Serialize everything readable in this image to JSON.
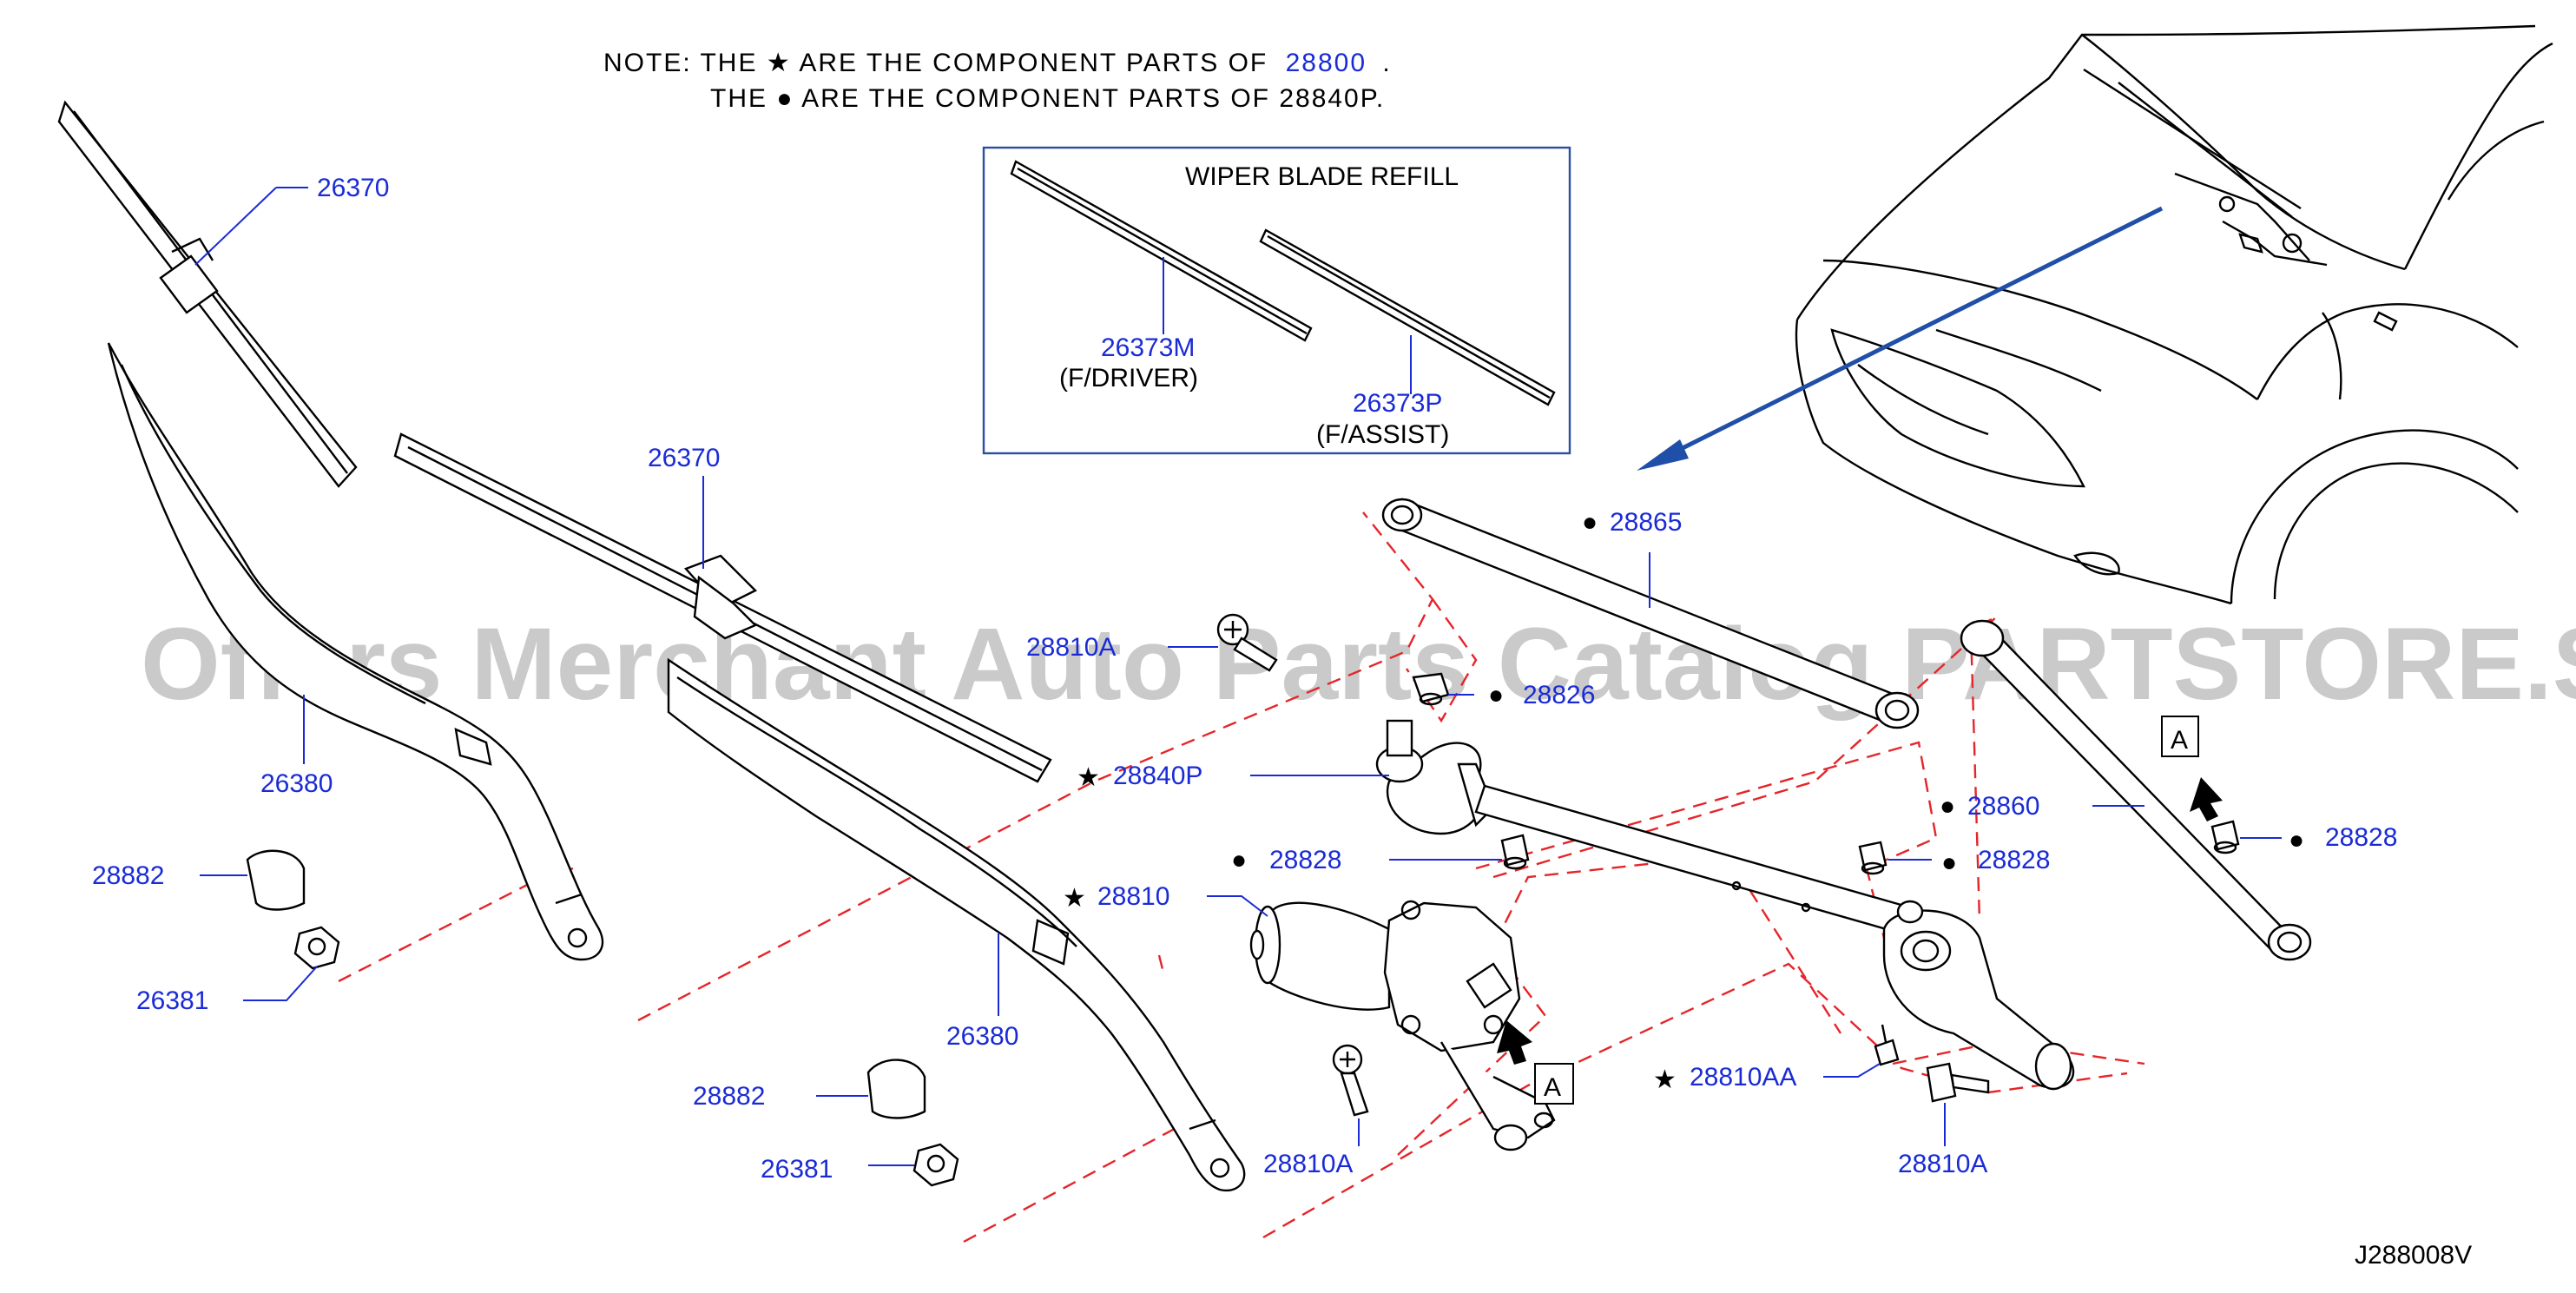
{
  "note": {
    "line1_prefix": "NOTE:  THE  ★ ARE  THE  COMPONENT  PARTS  OF",
    "line1_ref": "28800",
    "line1_suffix": ".",
    "line2": "THE  ●  ARE  THE  COMPONENT  PARTS  OF  28840P."
  },
  "inset": {
    "title": "WIPER  BLADE  REFILL",
    "driver_part": "26373M",
    "driver_desc": "(F/DRIVER)",
    "assist_part": "26373P",
    "assist_desc": "(F/ASSIST)"
  },
  "watermark": "Offers Merchant Auto Parts Catalog PARTSTORE.SA",
  "labels": {
    "blade_left": "26370",
    "blade_center": "26370",
    "arm_left": "26380",
    "arm_center": "26380",
    "cap_left": "28882",
    "cap_center": "28882",
    "nut_left": "26381",
    "nut_center": "26381",
    "bolt_top": "28810A",
    "bolt_bottom_left": "28810A",
    "bolt_bottom_right": "28810A",
    "linkage_top": "28865",
    "pivot_bush_top": "28826",
    "pivot": "28840P",
    "motor": "28810",
    "linkage_mid": "28860",
    "bush_mid_left": "28828",
    "bush_mid_right": "28828",
    "bush_right": "28828",
    "bracket_bolt": "28810AA",
    "view_a_right": "A",
    "view_a_motor": "A"
  },
  "symbols": {
    "star": "★",
    "dot": "●"
  },
  "diagram_code": "J288008V",
  "colors": {
    "part_number": "#1a2bd6",
    "dashed_guide": "#e5252a",
    "arrow": "#1f4fa8",
    "watermark": "#b9b9b9"
  }
}
